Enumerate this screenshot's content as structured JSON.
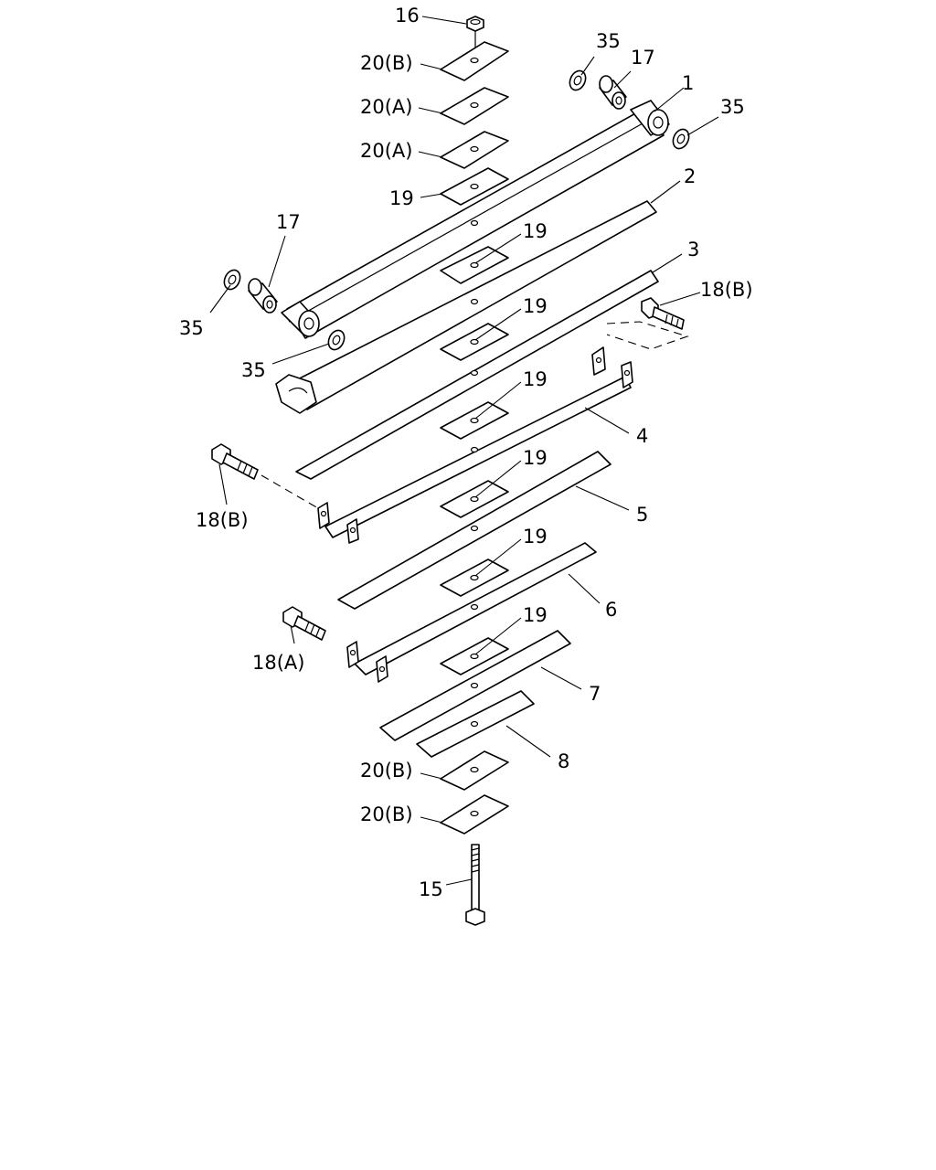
{
  "diagram": {
    "labels": {
      "l16": "16",
      "l20b_top": "20(B)",
      "l20a_1": "20(A)",
      "l20a_2": "20(A)",
      "l19_top": "19",
      "l35_tr": "35",
      "l17_tr": "17",
      "l1": "1",
      "l35_r": "35",
      "l2": "2",
      "l17_l": "17",
      "l19_1": "19",
      "l35_l": "35",
      "l3": "3",
      "l18b_r": "18(B)",
      "l19_2": "19",
      "l35_m": "35",
      "l19_3": "19",
      "l4": "4",
      "l18b_l": "18(B)",
      "l19_4": "19",
      "l5": "5",
      "l19_5": "19",
      "l6": "6",
      "l19_6": "19",
      "l18a": "18(A)",
      "l7": "7",
      "l8": "8",
      "l20b_b1": "20(B)",
      "l20b_b2": "20(B)",
      "l15": "15"
    }
  }
}
